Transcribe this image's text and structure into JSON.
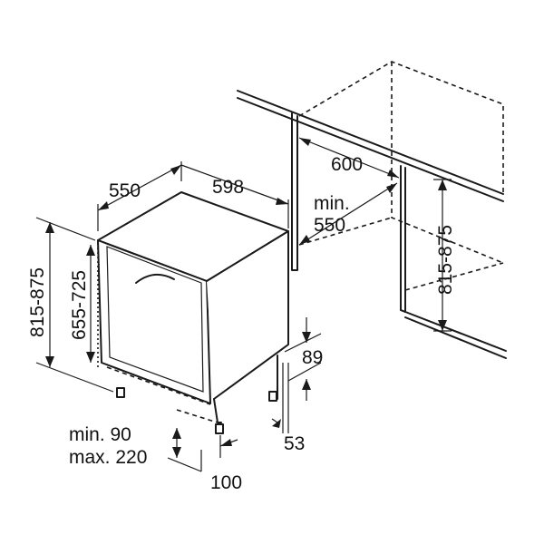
{
  "colors": {
    "line": "#1a1a1a",
    "background": "#ffffff"
  },
  "dimensions": {
    "appliance_depth": "550",
    "appliance_width": "598",
    "niche_width": "600",
    "niche_min_depth_label": "min.",
    "niche_min_depth_value": "550",
    "niche_height_range": "815-875",
    "appliance_height_range": "815-875",
    "door_height_range": "655-725",
    "toe_kick_height": "89",
    "toe_kick_gap": "53",
    "plinth_min": "min. 90",
    "plinth_max": "max. 220",
    "plinth_depth": "100"
  }
}
